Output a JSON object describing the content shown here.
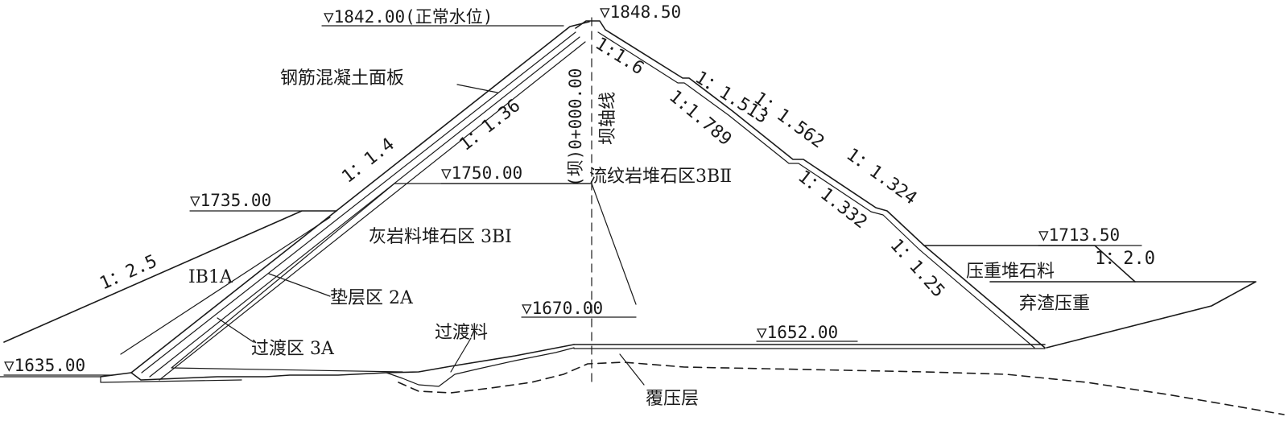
{
  "levels": {
    "normal_water": "▽1842.00(正常水位)",
    "crest": "▽1848.50",
    "l1750": "▽1750.00",
    "l1735": "▽1735.00",
    "l1713": "▽1713.50",
    "l1670": "▽1670.00",
    "l1652": "▽1652.00",
    "l1635": "▽1635.00"
  },
  "zones": {
    "face_slab": "钢筋混凝土面板",
    "rhyolite": "流纹岩堆石区3BⅡ",
    "limestone": "灰岩料堆石区 3BⅠ",
    "zone_1b1a": "ⅠB1A",
    "cushion": "垫层区 2A",
    "transition_zone": "过渡区 3A",
    "transition_material": "过渡料",
    "ballast_rockfill": "压重堆石料",
    "spoil_ballast": "弃渣压重",
    "overburden": "覆压层"
  },
  "axis": {
    "chainage": "(坝)0+000.00",
    "axis_label": "坝轴线"
  },
  "slopes": {
    "u_1_4": "1：1.4",
    "u_1_36": "1：1.36",
    "u_2_5": "1：2.5",
    "d_1_6": "1:1.6",
    "d_1_513": "1：1.513",
    "d_1_789": "1:1.789",
    "d_1_562": "1：1.562",
    "d_1_324": "1：1.324",
    "d_1_332": "1：1.332",
    "d_1_25": "1：1.25",
    "d_2_0": "1：2.0"
  }
}
